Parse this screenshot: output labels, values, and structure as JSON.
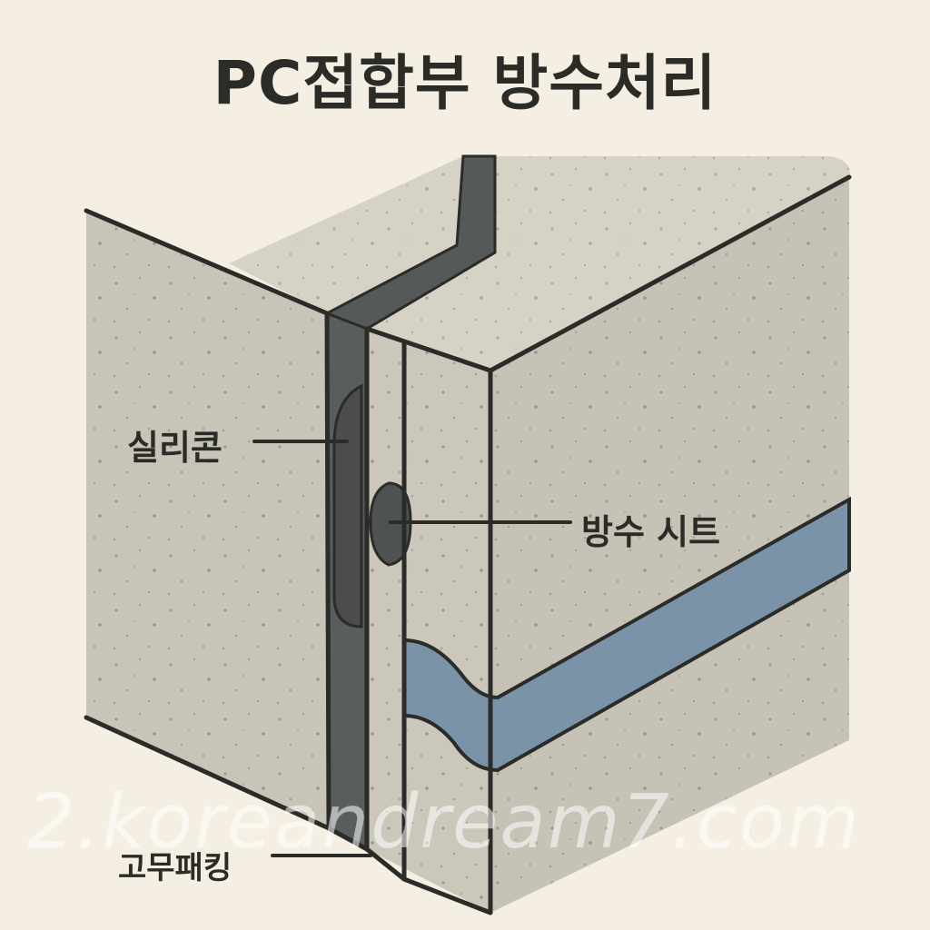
{
  "title": "PC접합부 방수처리",
  "labels": {
    "silicone": "실리콘",
    "waterproof_sheet": "방수 시트",
    "rubber_packing": "고무패킹"
  },
  "watermark": "2.koreandream7.com",
  "colors": {
    "background": "#f5efe3",
    "concrete_front": "#c9c5b8",
    "concrete_top": "#d8d4c8",
    "joint_dark": "#56595a",
    "sheet_blue": "#7890a4",
    "outline": "#2b2b28"
  }
}
